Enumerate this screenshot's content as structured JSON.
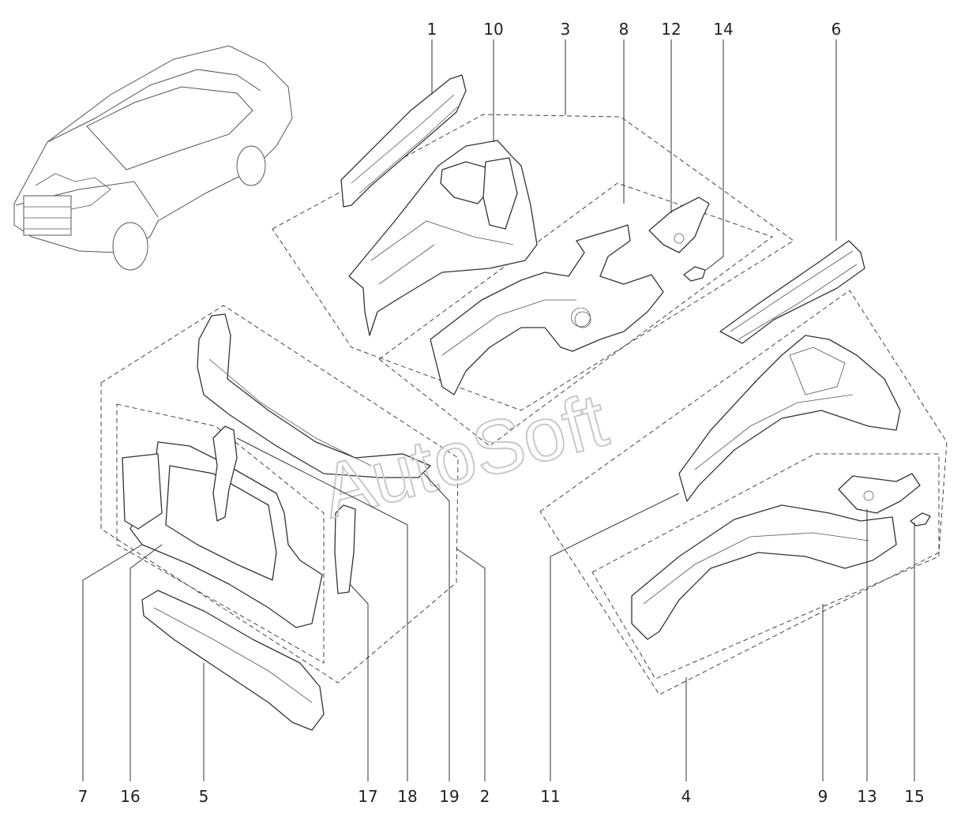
{
  "diagram": {
    "watermark": "AutoSoft",
    "callouts": {
      "top": [
        "1",
        "10",
        "3",
        "8",
        "12",
        "14",
        "6"
      ],
      "bottom": [
        "7",
        "16",
        "5",
        "17",
        "18",
        "19",
        "2",
        "11",
        "4",
        "9",
        "13",
        "15"
      ]
    }
  }
}
